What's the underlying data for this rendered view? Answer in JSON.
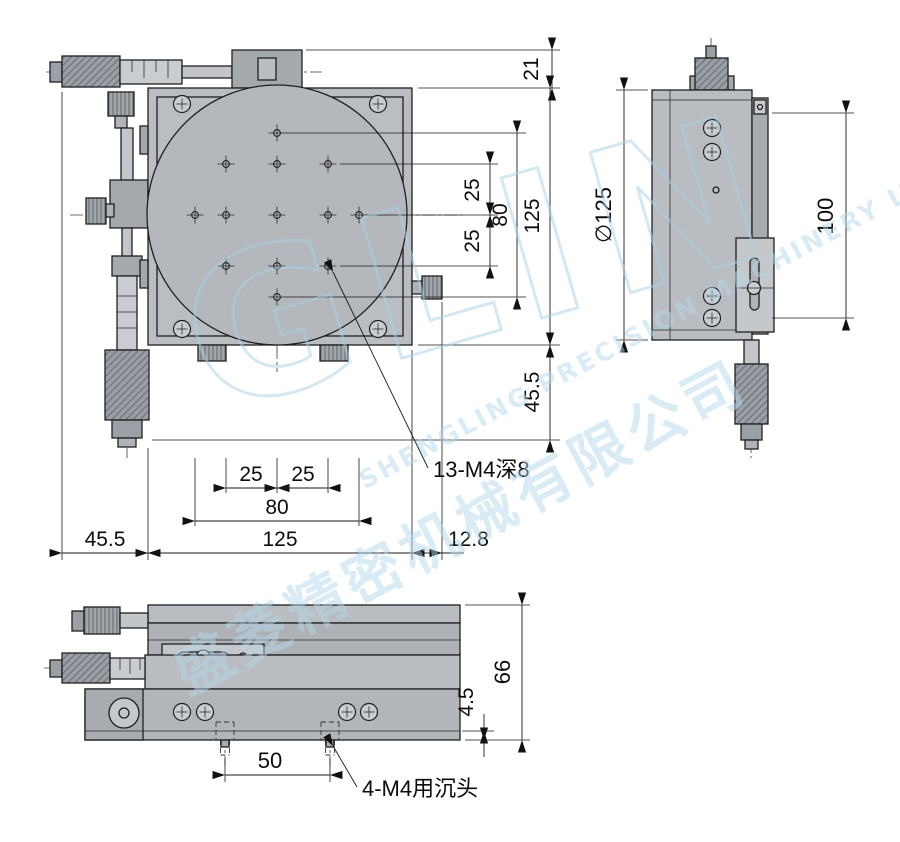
{
  "watermark": {
    "logo": "GLIN",
    "cn": "盛菱精密机械有限公司",
    "en": "SHENGLING PRECISION MACHINERY LTD",
    "color": "#b5d8ea"
  },
  "top_view": {
    "dim_21": "21",
    "dim_25_right_upper": "25",
    "dim_25_right_lower": "25",
    "dim_80_right": "80",
    "dim_125_right": "125",
    "dim_45_5_right": "45.5",
    "dim_25_bottom_left": "25",
    "dim_25_bottom_right": "25",
    "dim_80_bottom": "80",
    "dim_125_bottom": "125",
    "dim_45_5_bottom": "45.5",
    "dim_12_8": "12.8",
    "hole_callout": "13-M4深8"
  },
  "side_view": {
    "dim_diameter": "∅125",
    "dim_100": "100"
  },
  "front_view": {
    "dim_66": "66",
    "dim_4_5": "4.5",
    "dim_50": "50",
    "screw_callout": "4-M4用沉头"
  }
}
